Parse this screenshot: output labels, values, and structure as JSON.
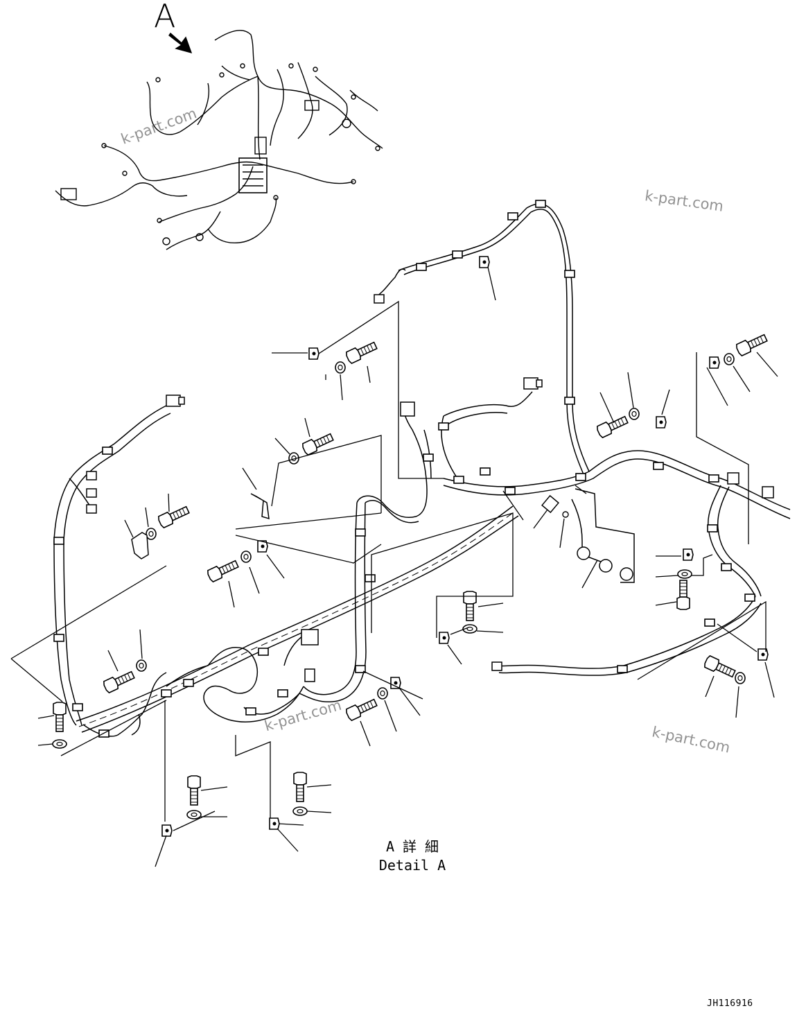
{
  "view_label": "A",
  "watermark_text": "k-part.com",
  "caption": {
    "line1": "A 詳 細",
    "line2": "Detail A"
  },
  "drawing_number": "JH116916",
  "colors": {
    "line": "#000000",
    "background": "#ffffff",
    "watermark": "#3a3a3a"
  }
}
